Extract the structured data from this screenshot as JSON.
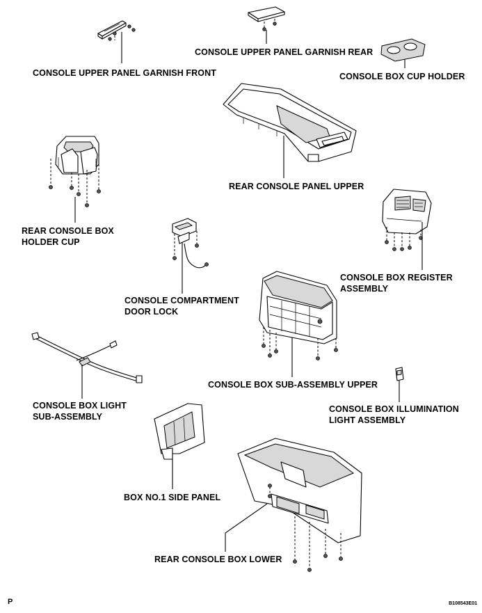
{
  "labels": {
    "garnish_front": "CONSOLE UPPER PANEL GARNISH FRONT",
    "garnish_rear": "CONSOLE UPPER PANEL GARNISH REAR",
    "cup_holder": "CONSOLE BOX CUP HOLDER",
    "panel_upper": "REAR CONSOLE PANEL UPPER",
    "holder_cup_line1": "REAR CONSOLE BOX",
    "holder_cup_line2": "HOLDER CUP",
    "door_lock_line1": "CONSOLE COMPARTMENT",
    "door_lock_line2": "DOOR LOCK",
    "register_line1": "CONSOLE BOX REGISTER",
    "register_line2": "ASSEMBLY",
    "sub_assembly_upper": "CONSOLE BOX SUB-ASSEMBLY UPPER",
    "light_line1": "CONSOLE BOX LIGHT",
    "light_line2": "SUB-ASSEMBLY",
    "illumination_line1": "CONSOLE BOX ILLUMINATION",
    "illumination_line2": "LIGHT ASSEMBLY",
    "side_panel": "BOX NO.1 SIDE PANEL",
    "box_lower": "REAR CONSOLE BOX LOWER"
  },
  "corner": {
    "left": "P",
    "right": "B108543E01"
  }
}
